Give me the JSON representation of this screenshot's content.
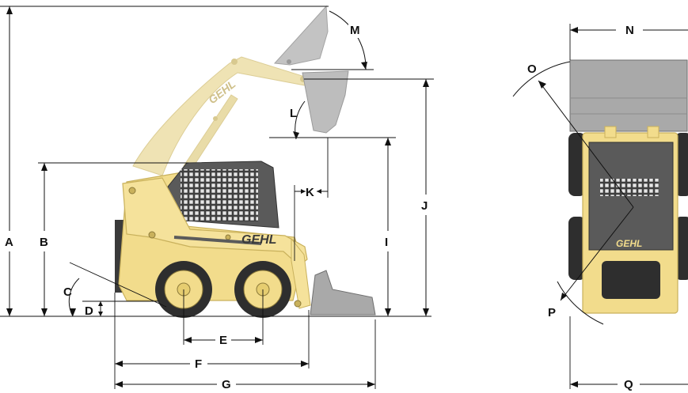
{
  "brand_marks": {
    "side_body": "GEHL",
    "side_arm": "GEHL",
    "top_body": "GEHL"
  },
  "dimension_labels": {
    "A": "A",
    "B": "B",
    "C": "C",
    "D": "D",
    "E": "E",
    "F": "F",
    "G": "G",
    "I": "I",
    "J": "J",
    "K": "K",
    "L": "L",
    "M": "M",
    "N": "N",
    "O": "O",
    "P": "P",
    "Q": "Q"
  },
  "colors": {
    "machine_yellow": "#f2dc8c",
    "machine_outline": "#c9b15c",
    "ghost_arm": "#efe3b4",
    "bucket_gray": "#a9a9a9",
    "tire_dark": "#2e2e2e",
    "cab_gray": "#5a5a5a"
  }
}
